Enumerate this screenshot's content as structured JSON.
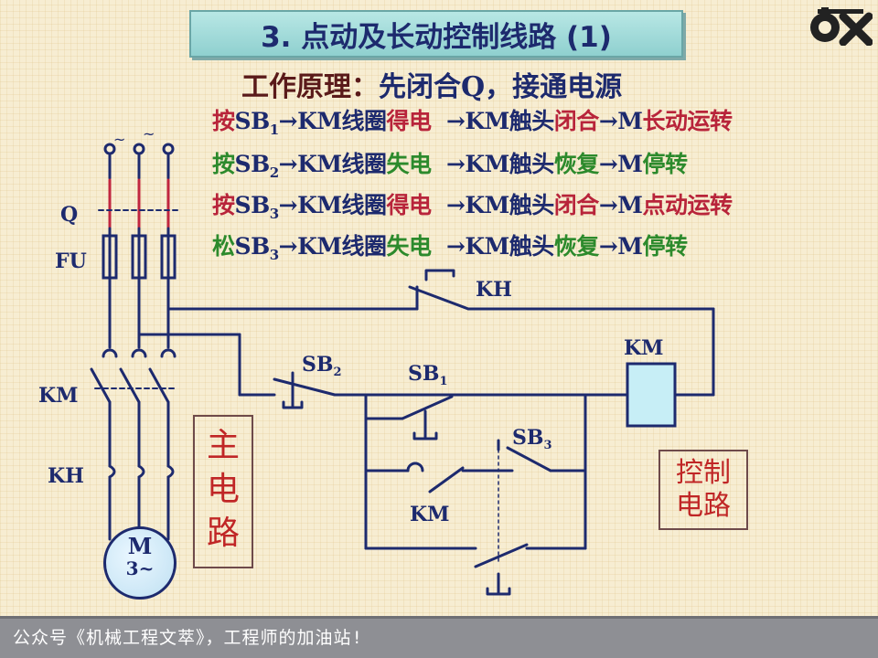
{
  "header": {
    "title": "3. 点动及长动控制线路 (1)"
  },
  "principle": {
    "label": "工作原理：",
    "text": "先闭合Q，接通电源"
  },
  "steps": [
    {
      "verb": "按",
      "btn": "SB",
      "btn_sub": "1",
      "arrow1": "→KM线圈",
      "state": "得电",
      "arrow2": "→KM触头",
      "contact": "闭合",
      "arrow3": "→M",
      "result": "长动",
      "tail": "运转",
      "verb_color": "#b8243a",
      "state_color": "#b8243a"
    },
    {
      "verb": "按",
      "btn": "SB",
      "btn_sub": "2",
      "arrow1": "→KM线圈",
      "state": "失电",
      "arrow2": "→KM触头",
      "contact": "恢复",
      "arrow3": "→M",
      "result": "停转",
      "tail": "",
      "verb_color": "#2c8a2c",
      "state_color": "#2c8a2c"
    },
    {
      "verb": "按",
      "btn": "SB",
      "btn_sub": "3",
      "arrow1": "→KM线圈",
      "state": "得电",
      "arrow2": "→KM触头",
      "contact": "闭合",
      "arrow3": "→M",
      "result": "点动",
      "tail": "运转",
      "verb_color": "#b8243a",
      "state_color": "#b8243a"
    },
    {
      "verb": "松",
      "btn": "SB",
      "btn_sub": "3",
      "arrow1": "→KM线圈",
      "state": "失电",
      "arrow2": "→KM触头",
      "contact": "恢复",
      "arrow3": "→M",
      "result": "停转",
      "tail": "",
      "verb_color": "#2c8a2c",
      "state_color": "#2c8a2c"
    }
  ],
  "labels": {
    "q": "Q",
    "fu": "FU",
    "km_main": "KM",
    "kh_main": "KH",
    "motor_m": "M",
    "motor_phase": "3~",
    "kh_ctrl": "KH",
    "sb2": "SB",
    "sb2_sub": "2",
    "sb1": "SB",
    "sb1_sub": "1",
    "sb3": "SB",
    "sb3_sub": "3",
    "km_coil": "KM",
    "km_aux": "KM"
  },
  "boxes": {
    "main_circuit": [
      "主",
      "电",
      "路"
    ],
    "control_circuit": [
      "控制",
      "电路"
    ]
  },
  "footer": {
    "text": "公众号《机械工程文萃》，工程师的加油站!"
  },
  "colors": {
    "title_bg": "#a5dcdb",
    "wire": "#1d2a6e",
    "coil_fill": "#c7eef6",
    "box_text": "#c02626"
  }
}
